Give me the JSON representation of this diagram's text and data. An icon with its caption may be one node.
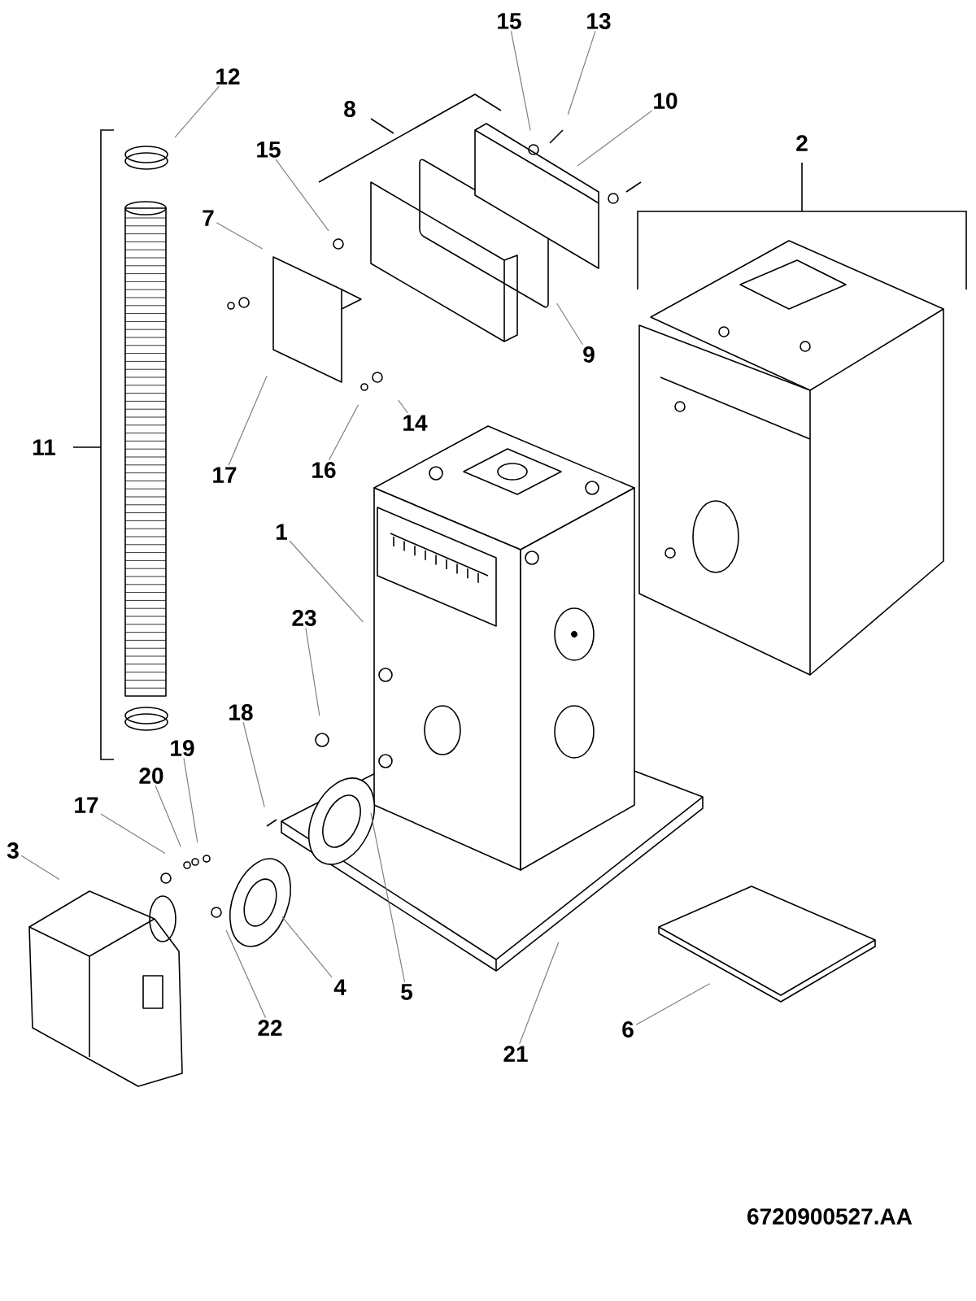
{
  "diagram": {
    "nodes": [
      {
        "text": [
          "12"
        ]
      },
      {
        "text": [
          "15"
        ]
      },
      {
        "text": [
          "13"
        ]
      },
      {
        "text": [
          "10"
        ]
      },
      {
        "text": [
          "15"
        ]
      },
      {
        "text": [
          "7"
        ]
      },
      {
        "text": [
          "9"
        ]
      },
      {
        "text": [
          "17"
        ]
      },
      {
        "text": [
          "16"
        ]
      },
      {
        "text": [
          "14"
        ]
      },
      {
        "text": [
          "1"
        ]
      },
      {
        "text": [
          "23"
        ]
      },
      {
        "text": [
          "18"
        ]
      },
      {
        "text": [
          "19"
        ]
      },
      {
        "text": [
          "20"
        ]
      },
      {
        "text": [
          "17"
        ]
      },
      {
        "text": [
          "3"
        ]
      },
      {
        "text": [
          "22"
        ]
      },
      {
        "text": [
          "4"
        ]
      },
      {
        "text": [
          "5"
        ]
      },
      {
        "text": [
          "21"
        ]
      },
      {
        "text": [
          "6"
        ]
      }
    ],
    "edges": [
      {
        "from": 0,
        "to": null,
        "arrow": "none"
      },
      {
        "from": 1,
        "to": null,
        "arrow": "none"
      },
      {
        "from": 2,
        "to": null,
        "arrow": "none"
      },
      {
        "from": 3,
        "to": null,
        "arrow": "none"
      },
      {
        "from": 4,
        "to": null,
        "arrow": "none"
      },
      {
        "from": 5,
        "to": null,
        "arrow": "none"
      },
      {
        "from": 6,
        "to": null,
        "arrow": "none"
      },
      {
        "from": 7,
        "to": null,
        "arrow": "none"
      },
      {
        "from": 8,
        "to": null,
        "arrow": "none"
      },
      {
        "from": 9,
        "to": null,
        "arrow": "none"
      },
      {
        "from": 10,
        "to": null,
        "arrow": "none"
      },
      {
        "from": 11,
        "to": null,
        "arrow": "none"
      },
      {
        "from": 12,
        "to": null,
        "arrow": "none"
      },
      {
        "from": 13,
        "to": null,
        "arrow": "none"
      },
      {
        "from": 14,
        "to": null,
        "arrow": "none"
      },
      {
        "from": 15,
        "to": null,
        "arrow": "none"
      },
      {
        "from": 16,
        "to": null,
        "arrow": "none"
      },
      {
        "from": 17,
        "to": null,
        "arrow": "none"
      },
      {
        "from": 18,
        "to": null,
        "arrow": "none"
      },
      {
        "from": 19,
        "to": null,
        "arrow": "none"
      },
      {
        "from": 20,
        "to": null,
        "arrow": "none"
      },
      {
        "from": 21,
        "to": null,
        "arrow": "none"
      }
    ],
    "labels": [
      "8",
      "2",
      "11",
      "6720900527.AA"
    ]
  }
}
